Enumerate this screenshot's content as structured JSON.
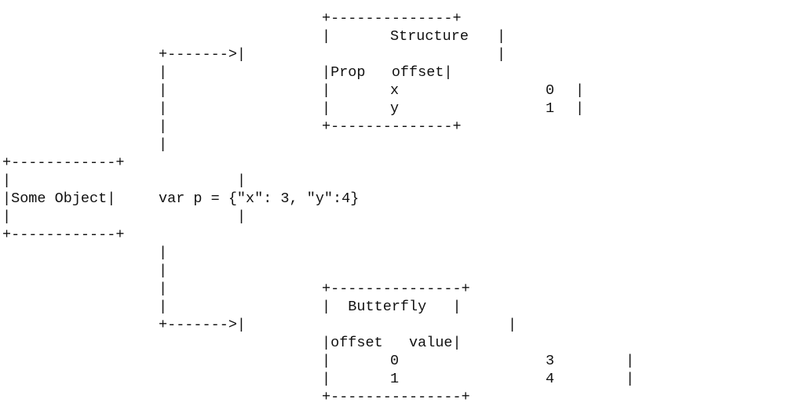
{
  "ascii": {
    "struct_border": "+--------------+",
    "butterfly_border": "+---------------+",
    "object_border": "+------------+",
    "arrow": "+------->|",
    "bar": "|"
  },
  "structure": {
    "title": "Structure",
    "header": "|Prop   offset|",
    "rows": [
      {
        "prop": "x",
        "offset": "0"
      },
      {
        "prop": "y",
        "offset": "1"
      }
    ]
  },
  "butterfly": {
    "title": "|  Butterfly   |",
    "header": "|offset   value|",
    "rows": [
      {
        "offset": "0",
        "value": "3"
      },
      {
        "offset": "1",
        "value": "4"
      }
    ]
  },
  "object": {
    "label": "|Some Object|",
    "code": "var p = {\"x\": 3, \"y\":4}"
  }
}
